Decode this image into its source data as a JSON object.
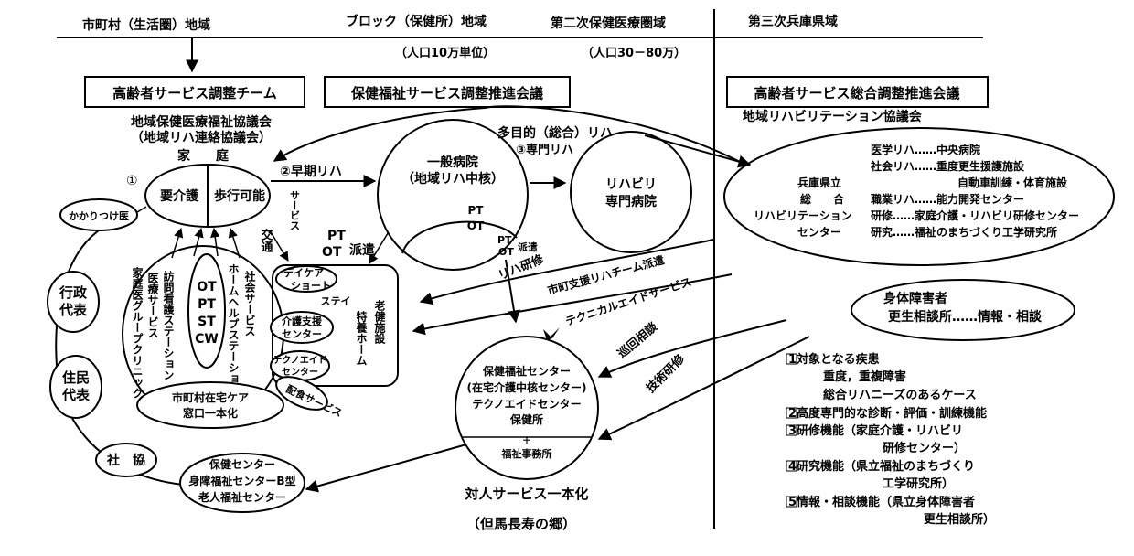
{
  "header": {
    "col1": "市町村（生活圏）地域",
    "col2": "ブロック（保健所）地域",
    "col3": "第二次保健医療圏域",
    "col4": "第三次兵庫県域",
    "pop1": "（人口10万単位）",
    "pop2": "（人口30－80万）"
  },
  "boxes": {
    "team": "高齢者サービス調整チーム",
    "council": "保健福祉サービス調整推進会議",
    "general": "高齢者サービス総合調整推進会議"
  },
  "regional": {
    "l1": "地域保健医療福祉協議会",
    "l2": "（地域リハ連絡協議会）",
    "rehab_council": "地域リハビリテーション協議会"
  },
  "home": {
    "label": "家　　庭",
    "care": "要介護",
    "walk": "歩行可能",
    "num1": "①",
    "doctor": "かかりつけ医"
  },
  "left": {
    "admin1": "行政",
    "admin2": "代表",
    "res1": "住民",
    "res2": "代表",
    "shakyo": "社　協"
  },
  "inner": {
    "family_clinic": "家庭医グループクリニック",
    "medical_service": "医療サービス",
    "visit_nursing": "訪問看護ステーション",
    "ot": "OT",
    "pt": "PT",
    "st": "ST",
    "cw": "CW",
    "home_helper": "ホームヘルプステーション",
    "social_service": "社会サービス",
    "window1": "市町村在宅ケア",
    "window2": "窓口一本化"
  },
  "facility": {
    "daycare1": "デイケア",
    "daycare2": "ショート",
    "stay": "ステイ",
    "support1": "介護支援",
    "support2": "センター",
    "techno1": "テクノエイド",
    "techno2": "センター",
    "meal": "配食サービス",
    "tokuyo": "特養ホーム",
    "roken": "老健施設"
  },
  "flow": {
    "early_rehab": "②早期リハ",
    "transport": "交通",
    "service_v": "サービス",
    "pt": "PT",
    "ot": "OT",
    "dispatch": "派遣",
    "multi": "多目的（総合）リハ",
    "specialist": "③専門リハ",
    "rehab_training": "リハ研修",
    "support_team": "市町支援リハチーム派遣",
    "tech_aid": "テクニカルエイドサービス",
    "tour_consult": "巡回相談",
    "tech_training": "技術研修"
  },
  "hospital": {
    "l1": "一般病院",
    "l2": "（地域リハ中核）",
    "pt": "PT",
    "ot": "OT",
    "rehab1": "リハビリ",
    "rehab2": "専門病院"
  },
  "center": {
    "l1": "保健福祉センター",
    "l2": "(在宅介護中核センター)",
    "l3": "テクノエイドセンター",
    "l4": "保健所",
    "plus": "＋",
    "l5": "福祉事務所",
    "caption1": "対人サービス一本化",
    "caption2": "（但馬長寿の郷）"
  },
  "health_center": {
    "l1": "保健センター",
    "l2": "身障福祉センターB型",
    "l3": "老人福祉センター"
  },
  "pref": {
    "med": "医学リハ……中央病院",
    "soc1": "社会リハ……重度更生援護施設",
    "soc2": "自動車訓練・体育施設",
    "kenritsu": "兵庫県立",
    "sogo": "総　　合",
    "job": "職業リハ……能力開発センター",
    "rehab_center": "リハビリテーション",
    "train": "研修……家庭介護・リハビリ研修センター",
    "center": "センター",
    "research": "研究……福祉のまちづくり工学研究所"
  },
  "disabled": {
    "l1": "身体障害者",
    "l2": "更生相談所……情報・相談"
  },
  "notes": {
    "n1": "1対象となる疾患",
    "n1a": "重度，重複障害",
    "n1b": "総合リハニーズのあるケース",
    "n2": "2高度専門的な診断・評価・訓練機能",
    "n3": "3研修機能（家庭介護・リハビリ",
    "n3a": "研修センター）",
    "n4": "4研究機能（県立福祉のまちづくり",
    "n4a": "工学研究所）",
    "n5": "5情報・相談機能（県立身体障害者",
    "n5a": "更生相談所）"
  }
}
